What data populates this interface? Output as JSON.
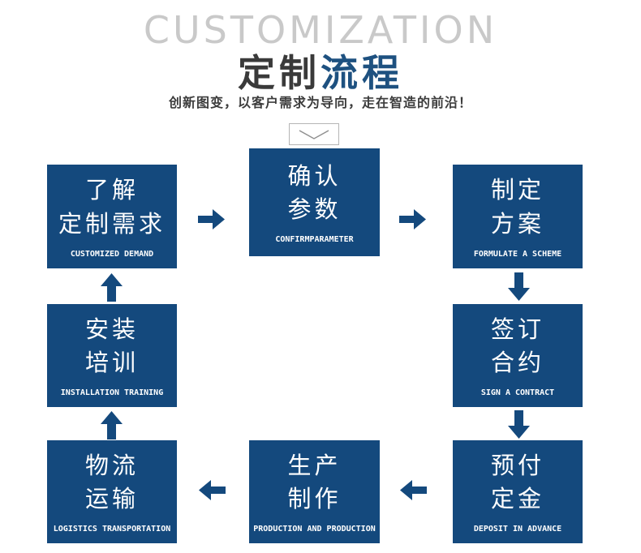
{
  "header": {
    "background_word": "CUSTOMIZATION",
    "title_part1": "定制",
    "title_part2": "流程",
    "subtitle": "创新图变，以客户需求为导向，走在智造的前沿！"
  },
  "flow": {
    "steps": [
      {
        "order": 1,
        "line1": "了解",
        "line2": "定制需求",
        "en": "CUSTOMIZED DEMAND"
      },
      {
        "order": 2,
        "line1": "确认",
        "line2": "参数",
        "en": "CONFIRMPARAMETER"
      },
      {
        "order": 3,
        "line1": "制定",
        "line2": "方案",
        "en": "FORMULATE A SCHEME"
      },
      {
        "order": 4,
        "line1": "签订",
        "line2": "合约",
        "en": "SIGN A CONTRACT"
      },
      {
        "order": 5,
        "line1": "预付",
        "line2": "定金",
        "en": "DEPOSIT IN ADVANCE"
      },
      {
        "order": 6,
        "line1": "生产",
        "line2": "制作",
        "en": "PRODUCTION AND PRODUCTION"
      },
      {
        "order": 7,
        "line1": "物流",
        "line2": "运输",
        "en": "LOGISTICS TRANSPORTATION"
      },
      {
        "order": 8,
        "line1": "安装",
        "line2": "培训",
        "en": "INSTALLATION TRAINING"
      }
    ]
  },
  "icons": {
    "chevron_down": "chevron-down-icon",
    "arrow_right": "arrow-right-icon",
    "arrow_left": "arrow-left-icon",
    "arrow_up": "arrow-up-icon",
    "arrow_down": "arrow-down-icon"
  },
  "colors": {
    "box_blue": "#14497d",
    "arrow_blue": "#14497d",
    "title_blue": "#1e5180",
    "title_dark": "#3a3a3a",
    "background_word_gray": "#c9c9c9",
    "subtitle_gray": "#3c3c3c",
    "chevron_border_gray": "#b5b5b5"
  }
}
